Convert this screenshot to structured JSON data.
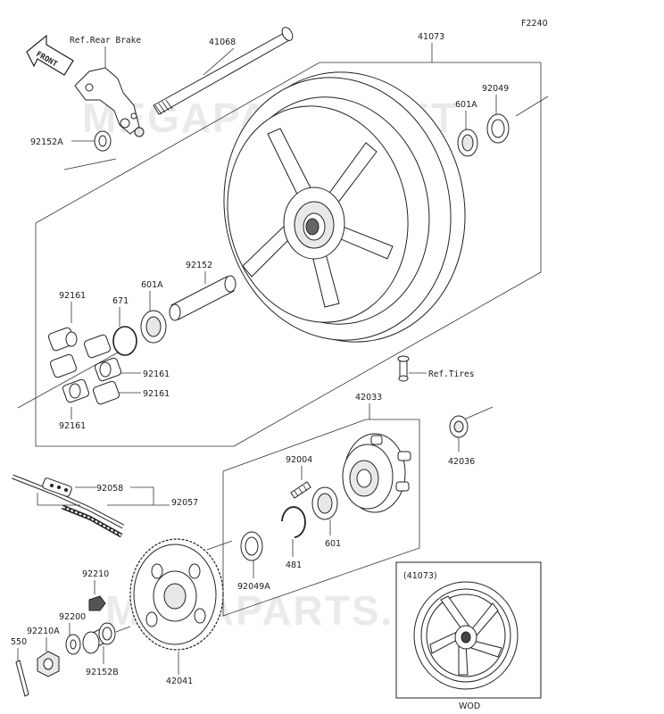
{
  "figure_code": "F2240",
  "front_label": "FRONT",
  "watermark": "MEGAPARTS.NET",
  "refs": {
    "rear_brake": "Ref.Rear Brake",
    "tires": "Ref.Tires"
  },
  "parts": {
    "p41068": "41068",
    "p41073": "41073",
    "p92049": "92049",
    "p601A_top": "601A",
    "p92152A": "92152A",
    "p92152": "92152",
    "p601A_mid": "601A",
    "p671": "671",
    "p92161_a": "92161",
    "p92161_b": "92161",
    "p92161_c": "92161",
    "p92161_d": "92161",
    "p42033": "42033",
    "p42036": "42036",
    "p92004": "92004",
    "p92058": "92058",
    "p92057": "92057",
    "p601": "601",
    "p481": "481",
    "p92049A": "92049A",
    "p92210": "92210",
    "p92200": "92200",
    "p92210A": "92210A",
    "p550": "550",
    "p92152B": "92152B",
    "p42041": "42041"
  },
  "inset": {
    "title": "(41073)",
    "code": "WOD"
  }
}
